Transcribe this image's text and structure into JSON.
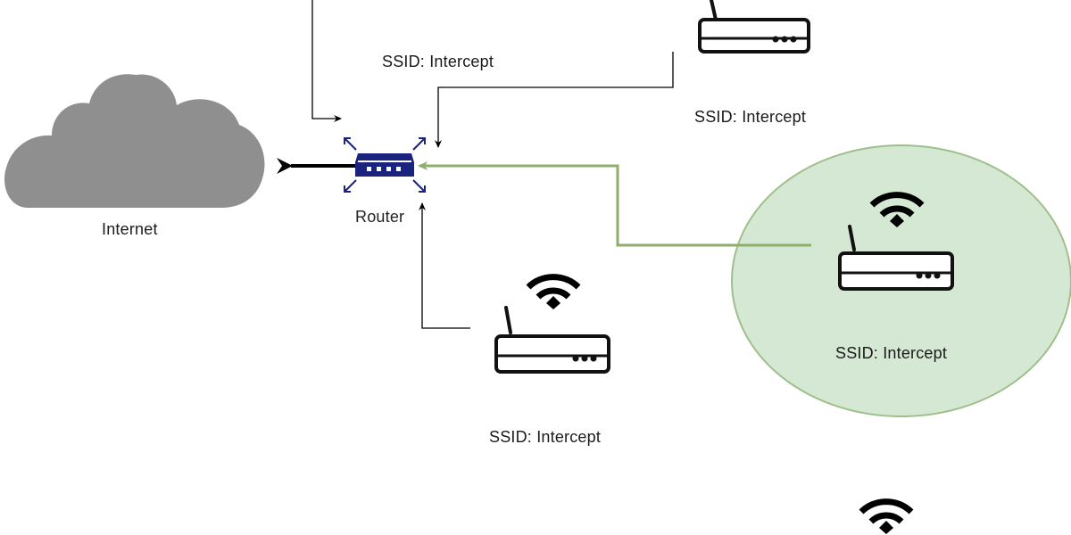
{
  "labels": {
    "internet": "Internet",
    "router": "Router",
    "ap_top_left_ssid": "SSID: Intercept",
    "ap_top_right_ssid": "SSID: Intercept",
    "ap_bottom_ssid": "SSID: Intercept",
    "ap_highlighted_ssid": "SSID: Intercept"
  },
  "colors": {
    "cloud": "#8f8f8f",
    "router": "#1a237e",
    "device": "#111111",
    "highlight_fill": "#d5e8d4",
    "highlight_stroke": "#82b366",
    "link_highlight": "#8fae6b",
    "link": "#000000"
  },
  "icons": {
    "cloud": "cloud-icon",
    "router": "router-icon",
    "access_point": "wifi-router-icon",
    "wifi": "wifi-signal-icon"
  }
}
